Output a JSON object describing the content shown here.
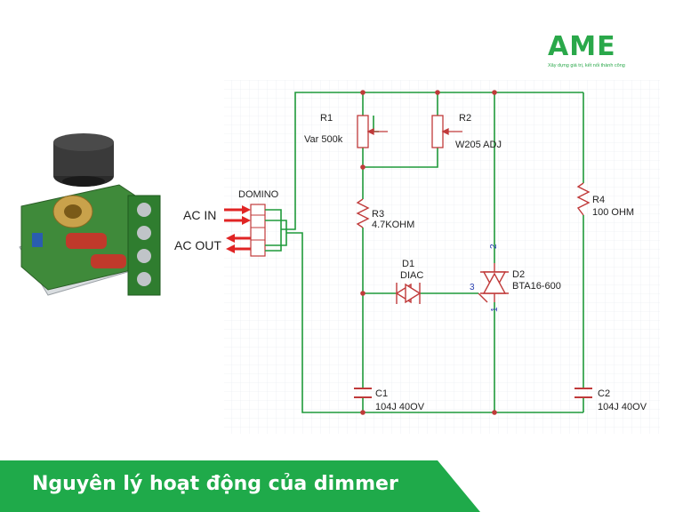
{
  "brand": {
    "name": "AME",
    "tagline": "Xây dựng giá trị, kết nối thành công",
    "color": "#2aa84a"
  },
  "io_labels": {
    "ac_in": "AC IN",
    "ac_out": "AC OUT"
  },
  "components": {
    "domino": "DOMINO",
    "r1_name": "R1",
    "r1_value": "Var 500k",
    "r2_name": "R2",
    "r2_value": "W205 ADJ",
    "r3_name": "R3",
    "r3_value": "4.7KOHM",
    "r4_name": "R4",
    "r4_value": "100 OHM",
    "d1_name": "D1",
    "d1_value": "DIAC",
    "d2_name": "D2",
    "d2_value": "BTA16-600",
    "c1_name": "C1",
    "c1_value": "104J 40OV",
    "c2_name": "C2",
    "c2_value": "104J 40OV",
    "pin_1": "1",
    "pin_2": "2",
    "pin_3": "3"
  },
  "colors": {
    "wire": "#1f9a3a",
    "component": "#c03a3a",
    "arrow": "#e02424",
    "banner": "#1faa4a"
  },
  "banner": {
    "title": "Nguyên lý hoạt động của dimmer"
  }
}
